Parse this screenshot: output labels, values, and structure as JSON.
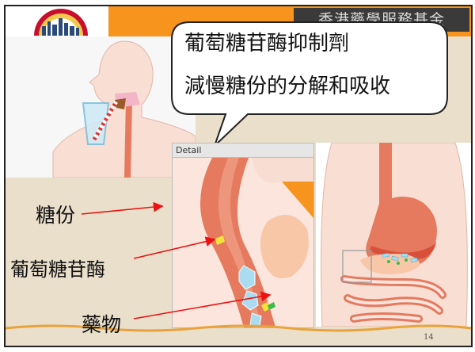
{
  "slide": {
    "org_banner": "香港藥學服務基金",
    "callout": {
      "line1": "葡萄糖苷酶抑制劑",
      "line2": "減慢糖份的分解和吸收"
    },
    "detail_title": "Detail",
    "labels": {
      "sugar": "糖份",
      "glucosidase": "葡萄糖苷酶",
      "drug": "藥物"
    },
    "page_number": "14"
  },
  "colors": {
    "orange_band": "#f7941d",
    "tissue": "#e57a5f",
    "pale_body": "#f7ddd2",
    "sugar_crystal": "#a9dcf0",
    "drug_green": "#3dbb4a",
    "enzyme_yellow": "#f2e33a"
  }
}
